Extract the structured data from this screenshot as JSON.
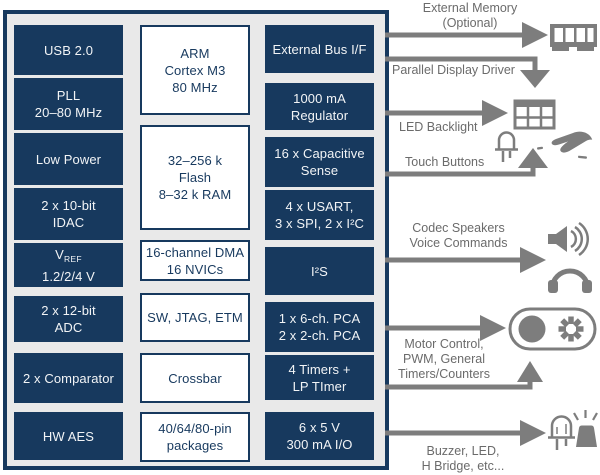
{
  "colors": {
    "navy": "#17395e",
    "graybg": "#e9e9e9",
    "arrow": "#7d7d7d",
    "anntext": "#6b6b6b",
    "block_text": "#f2f4f6",
    "white": "#ffffff"
  },
  "blocks": {
    "usb": "USB 2.0",
    "pll": "PLL\n20–80 MHz",
    "low_power": "Low Power",
    "idac": "2 x 10-bit\nIDAC",
    "vref_main": "V",
    "vref_sub": "REF",
    "vref_line2": "1.2/2/4 V",
    "adc": "2 x 12-bit\nADC",
    "comparator": "2 x Comparator",
    "hw_aes": "HW AES",
    "arm": "ARM\nCortex M3\n80 MHz",
    "flash": "32–256 k\nFlash\n8–32 k RAM",
    "dma": "16-channel DMA\n16 NVICs",
    "debug": "SW, JTAG, ETM",
    "crossbar": "Crossbar",
    "packages": "40/64/80-pin\npackages",
    "ext_bus": "External Bus I/F",
    "regulator": "1000 mA\nRegulator",
    "cap_sense": "16 x Capacitive\nSense",
    "serial": "4 x USART,\n3 x SPI, 2 x I²C",
    "i2s": "I²S",
    "pca": "1 x 6-ch. PCA\n2 x 2-ch. PCA",
    "timers": "4 Timers +\nLP TImer",
    "io": "6 x 5 V\n300 mA I/O"
  },
  "annotations": {
    "external_memory": "External Memory\n(Optional)",
    "display_driver": "Parallel Display Driver",
    "led_backlight": "LED Backlight",
    "touch_buttons": "Touch Buttons",
    "codec": "Codec Speakers\nVoice Commands",
    "motor": "Motor Control,\nPWM, General\nTimers/Counters",
    "buzzer": "Buzzer, LED,\nH Bridge, etc..."
  },
  "icons": {
    "memory": "memory-module-icon",
    "display_grid": "display-grid-icon",
    "led": "led-icon",
    "hand": "touch-hand-icon",
    "speaker": "speaker-icon",
    "headphones": "headphones-icon",
    "motor": "motor-icon",
    "buzzer": "buzzer-icon"
  }
}
